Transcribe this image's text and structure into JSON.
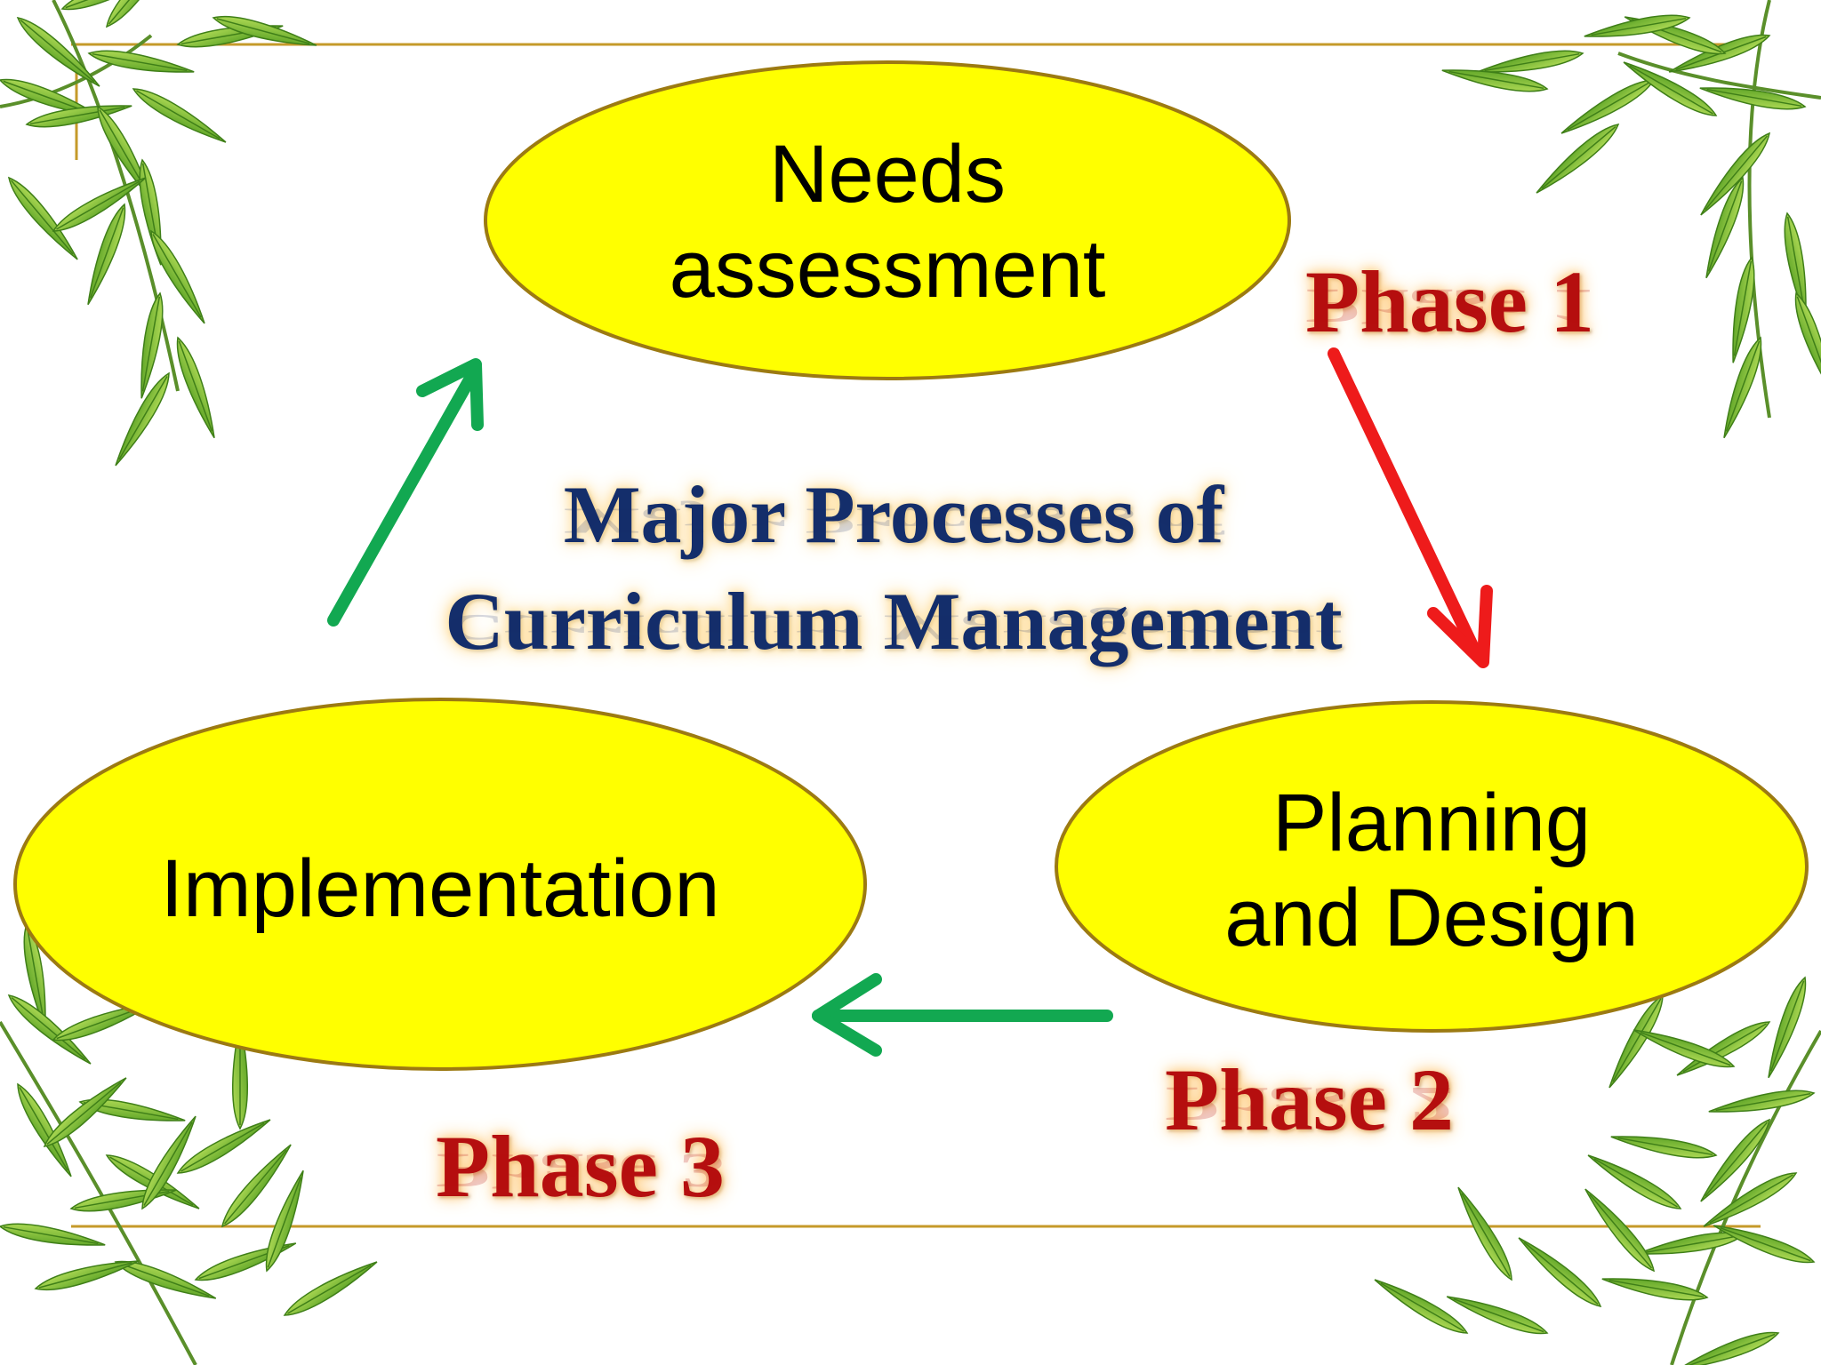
{
  "diagram": {
    "title_lines": [
      "Major Processes of",
      "Curriculum Management"
    ],
    "nodes": [
      {
        "id": "needs",
        "lines": [
          "Needs",
          "assessment"
        ]
      },
      {
        "id": "planning",
        "lines": [
          "Planning",
          "and Design"
        ]
      },
      {
        "id": "implementation",
        "lines": [
          "Implementation"
        ]
      }
    ],
    "phases": [
      "Phase 1",
      "Phase 2",
      "Phase 3"
    ],
    "colors": {
      "node_fill": "#ffff00",
      "node_border": "#9c7a12",
      "frame_line": "#c59a2a",
      "phase_text": "#b50f0f",
      "title_text": "#142e6b",
      "arrow_red": "#ee1b1b",
      "arrow_green": "#12a851",
      "leaf_green": "#7fc23a"
    }
  }
}
